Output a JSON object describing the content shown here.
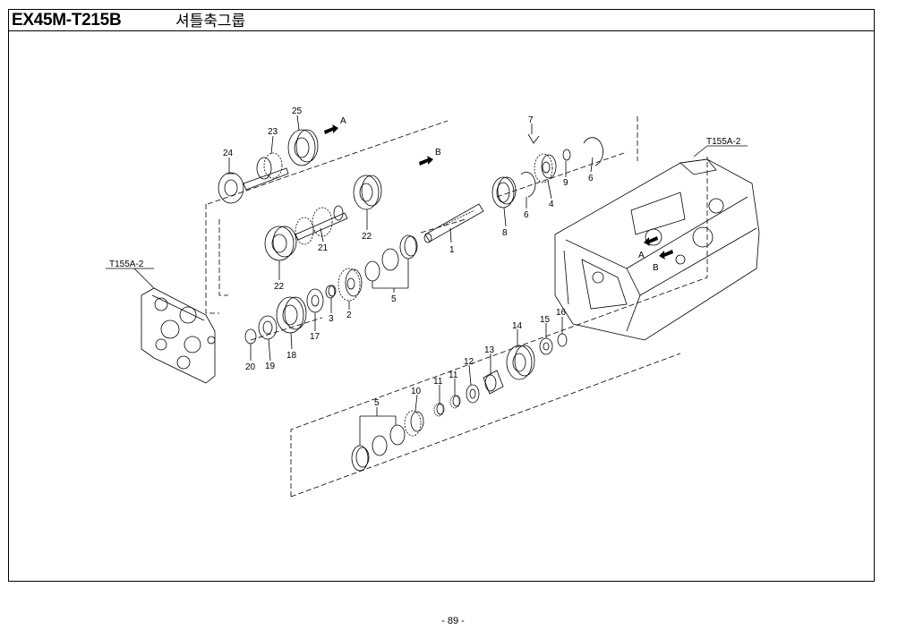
{
  "header": {
    "model_code": "EX45M-T215B",
    "group_title": "셔틀축그룹"
  },
  "page_number": "- 89 -",
  "diagram": {
    "direction_labels": {
      "a": "A",
      "b": "B"
    },
    "housing_refs": {
      "left": "T155A-2",
      "right": "T155A-2"
    },
    "part_labels": {
      "p1": "1",
      "p2": "2",
      "p3": "3",
      "p4": "4",
      "p5_upper": "5",
      "p5_lower": "5",
      "p6_a": "6",
      "p6_b": "6",
      "p7": "7",
      "p8": "8",
      "p9": "9",
      "p10": "10",
      "p11_a": "11",
      "p11_b": "11",
      "p12": "12",
      "p13": "13",
      "p14": "14",
      "p15": "15",
      "p16": "16",
      "p17": "17",
      "p18": "18",
      "p19": "19",
      "p20": "20",
      "p21": "21",
      "p22_a": "22",
      "p22_b": "22",
      "p23": "23",
      "p24": "24",
      "p25": "25"
    }
  }
}
